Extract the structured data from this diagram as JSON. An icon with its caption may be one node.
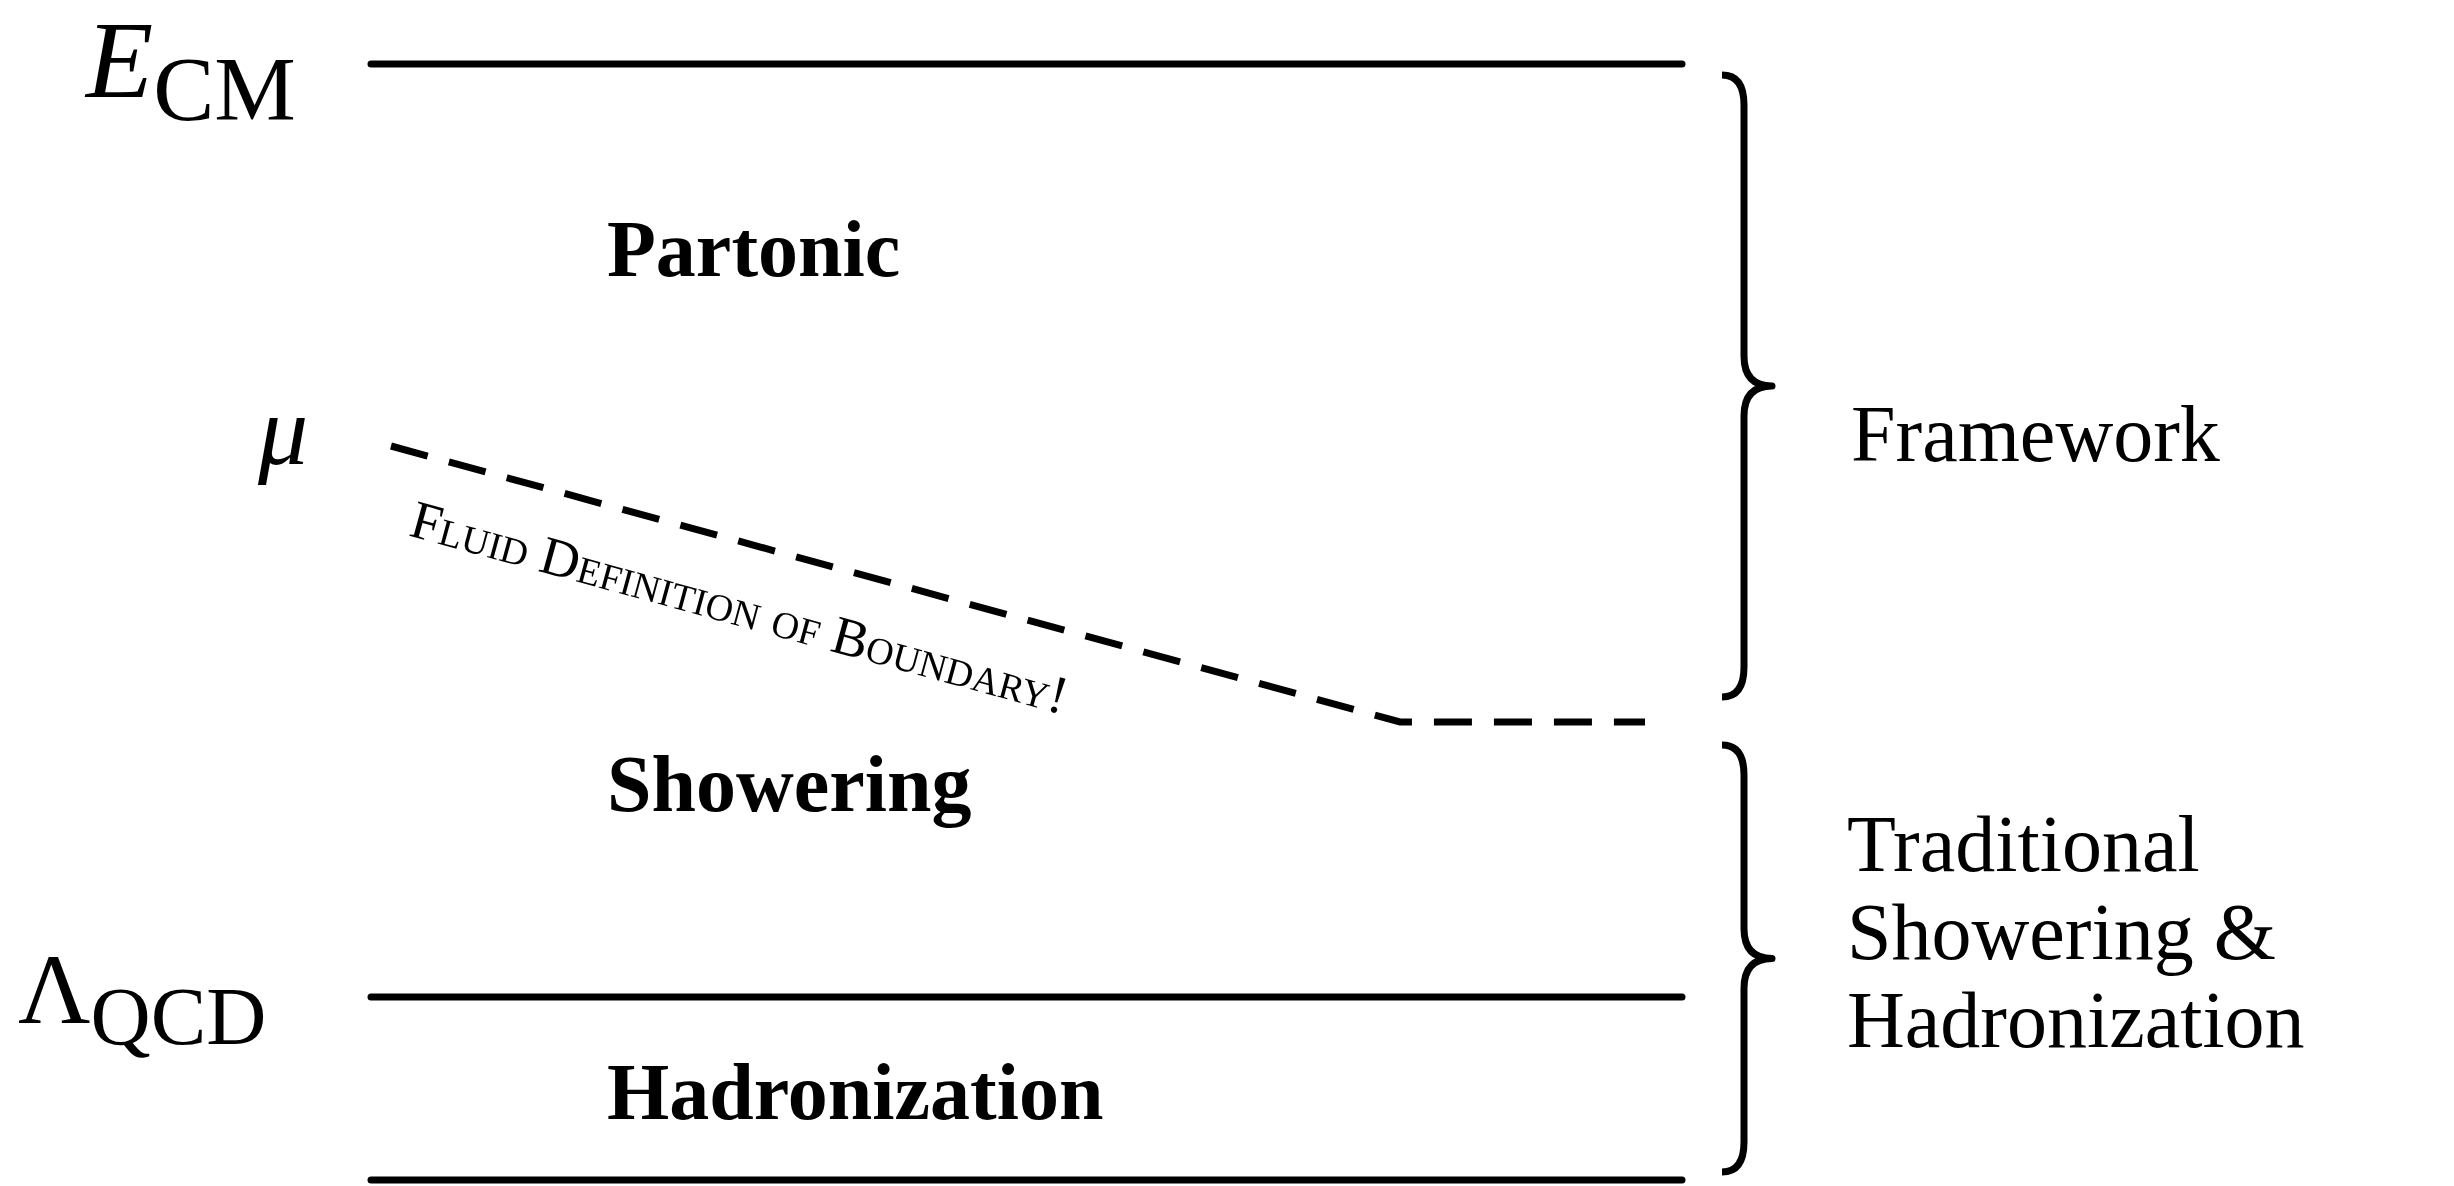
{
  "diagram": {
    "labels": [
      "*E*$_{CM}$",
      "Partonic",
      "μ",
      "Fluid Definition of Boundary!",
      "Framework",
      "Showering",
      "Λ$_{QCD}$",
      "Traditional Showering & Hadronization",
      "Hadronization"
    ]
  }
}
